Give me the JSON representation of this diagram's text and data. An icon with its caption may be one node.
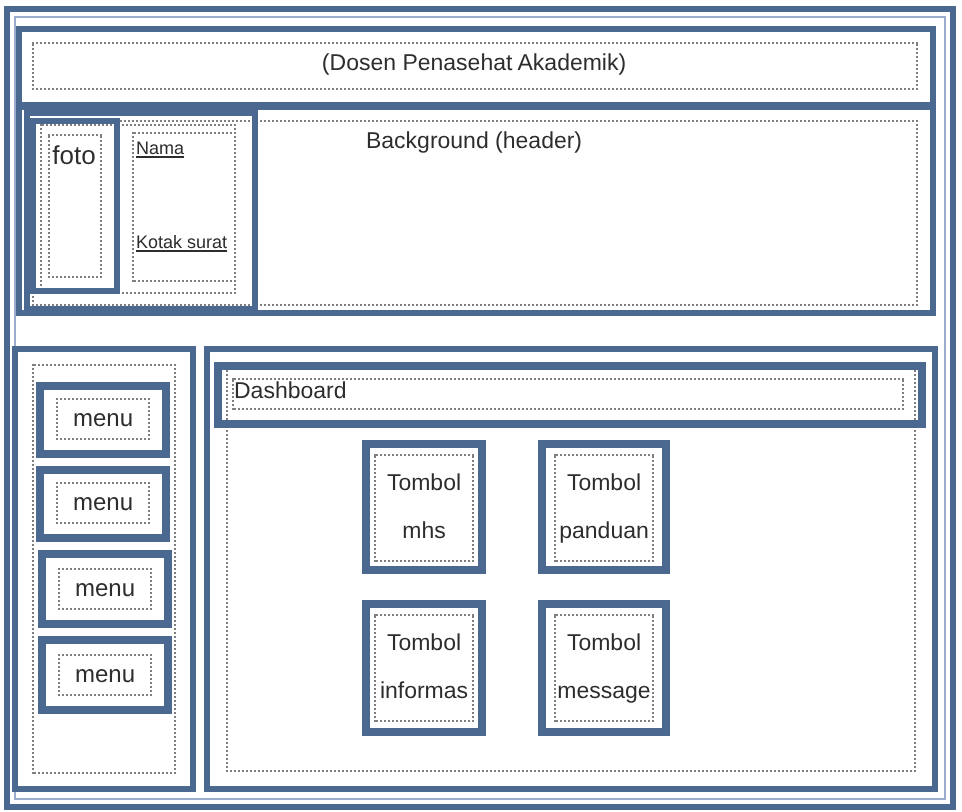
{
  "diagram": {
    "nodes": [
      {
        "text": [],
        "shape": "box"
      },
      {
        "text": [
          "(Dosen Penasehat Akademik)"
        ],
        "in": 0
      },
      {
        "text": [
          "Background (header)"
        ],
        "in": 0
      },
      {
        "text": [],
        "shape": "box",
        "in": 2
      },
      {
        "text": [
          "foto"
        ],
        "in": 3
      },
      {
        "text": [
          "Nama",
          "Kotak surat"
        ],
        "in": 3
      },
      {
        "text": [],
        "shape": "box",
        "in": 0
      },
      {
        "text": [
          "menu"
        ],
        "in": 6
      },
      {
        "text": [
          "menu"
        ],
        "in": 6
      },
      {
        "text": [
          "menu"
        ],
        "in": 6
      },
      {
        "text": [
          "menu"
        ],
        "in": 6
      },
      {
        "text": [],
        "shape": "box",
        "in": 0
      },
      {
        "text": [
          "Dashboard"
        ],
        "in": 11
      },
      {
        "text": [
          "Tombol mhs"
        ],
        "in": 11
      },
      {
        "text": [
          "Tombol panduan"
        ],
        "in": 11
      },
      {
        "text": [
          "Tombol informas"
        ],
        "in": 11
      },
      {
        "text": [
          "Tombol message"
        ],
        "in": 11
      }
    ]
  }
}
